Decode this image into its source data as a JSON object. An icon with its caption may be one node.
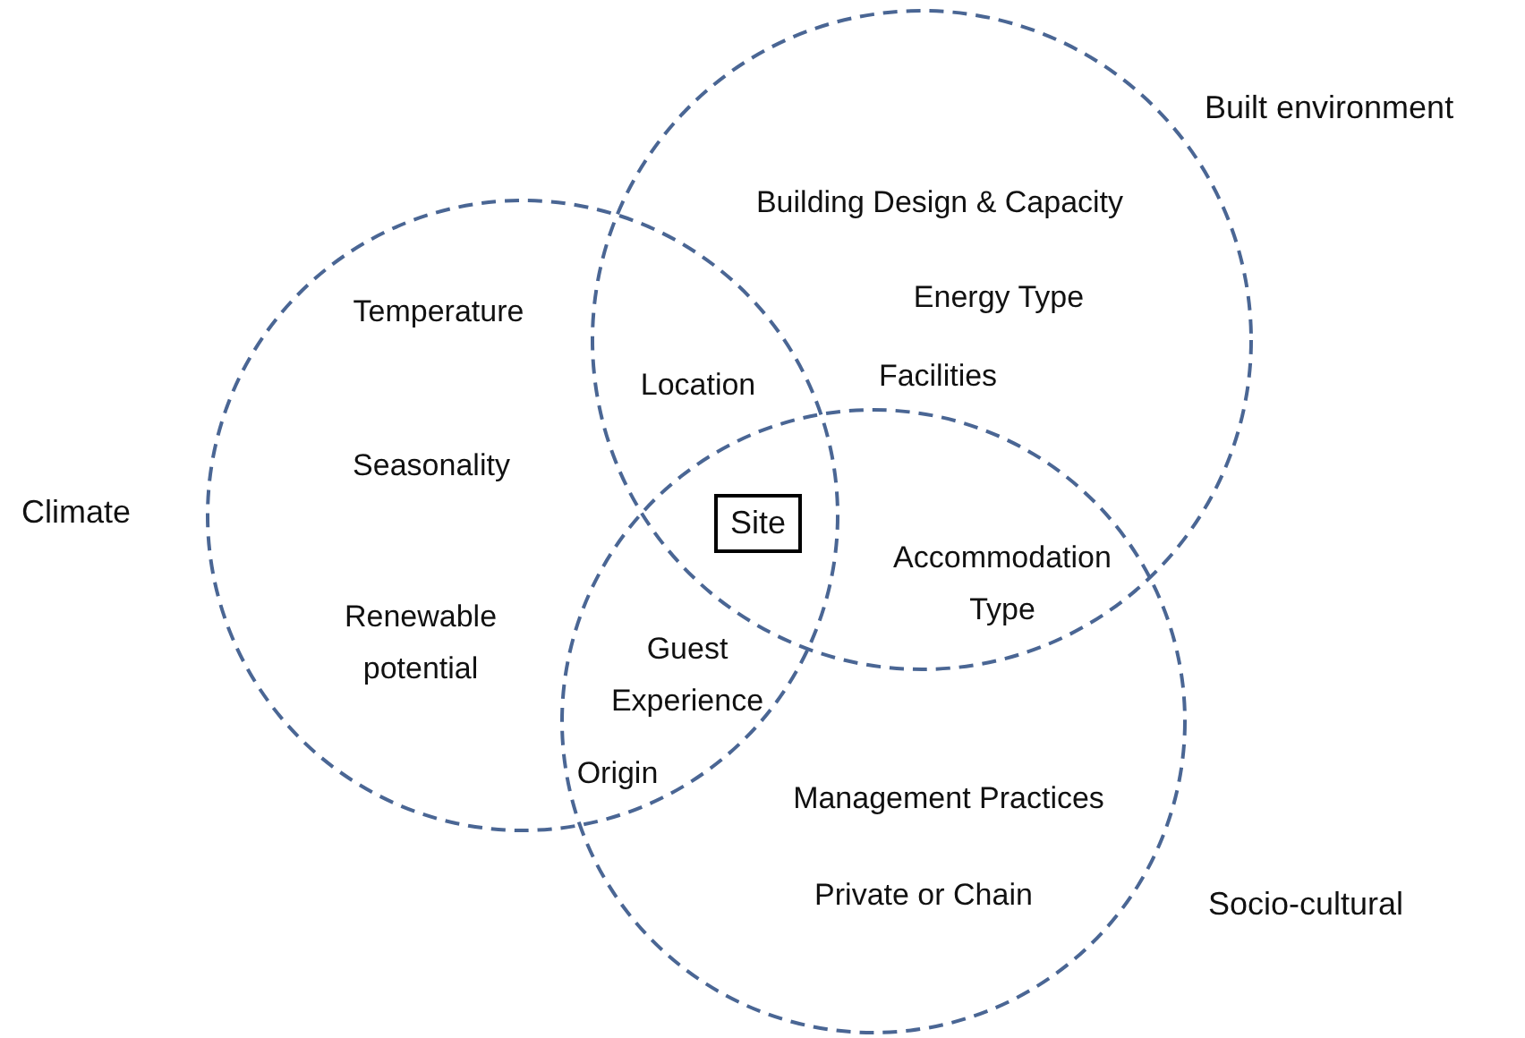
{
  "diagram": {
    "nodes": [
      {
        "text": [
          "Climate"
        ]
      },
      {
        "text": [
          "Built environment"
        ]
      },
      {
        "text": [
          "Socio-cultural"
        ]
      },
      {
        "text": [
          "Site"
        ]
      }
    ],
    "labels": [
      "Building Design & Capacity",
      "Temperature",
      "Energy Type",
      "Location",
      "Facilities",
      "Seasonality",
      "Accommodation Type",
      "Renewable potential",
      "Guest Experience",
      "Origin",
      "Management Practices",
      "Private or Chain"
    ]
  }
}
